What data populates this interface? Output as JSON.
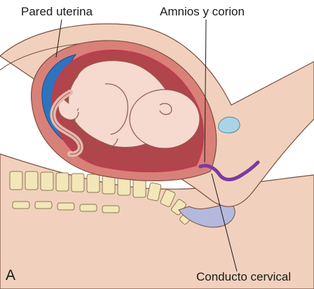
{
  "labels": {
    "uterine_wall": "Pared uterina",
    "amnion_chorion": "Amnios y corion",
    "cervical_canal": "Conducto cervical",
    "panel_letter": "A"
  },
  "colors": {
    "skin": "#f1d1bd",
    "skin_outline": "#7a4e3e",
    "uterine_wall": "#d98079",
    "uterine_wall_dark": "#b85a58",
    "membrane": "#c23a52",
    "amniotic_fluid": "#b0454b",
    "placenta": "#2d74bd",
    "placenta_light": "#4d95d6",
    "fetus": "#f6d9cf",
    "fetus_outline": "#8e5a4f",
    "spine": "#f3e6b9",
    "spine_outline": "#8a7a4e",
    "cervix": "#7b3aa0",
    "bladder": "#a9d4e5",
    "rectum": "#b3b9dd"
  }
}
